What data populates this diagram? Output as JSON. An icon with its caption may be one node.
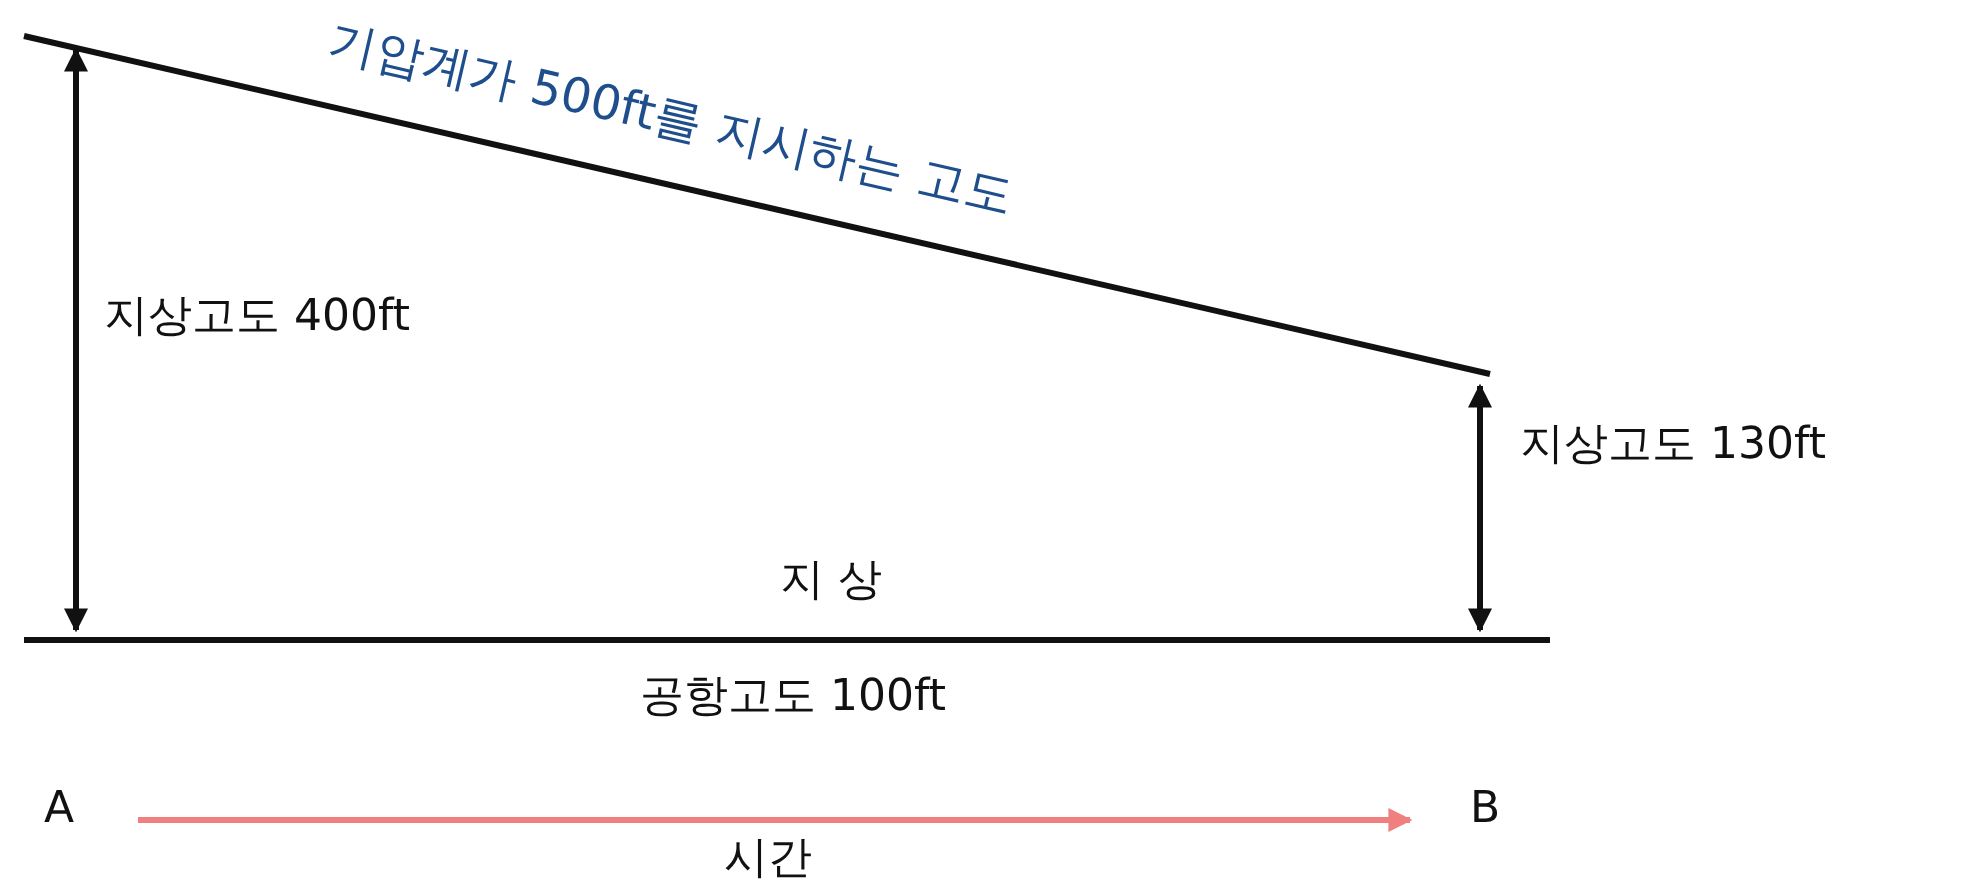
{
  "diagram": {
    "nodes": [
      {
        "text": [
          "A"
        ]
      },
      {
        "text": [
          "B"
        ]
      }
    ],
    "edges": [
      {
        "from": 0,
        "to": 1,
        "arrow": "to",
        "label": "시간",
        "color": "#f08080"
      }
    ],
    "labels": [
      "기압계가 500ft를 지시하는 고도",
      "지상고도 400ft",
      "지상고도 130ft",
      "지 상",
      "공항고도 100ft"
    ]
  }
}
